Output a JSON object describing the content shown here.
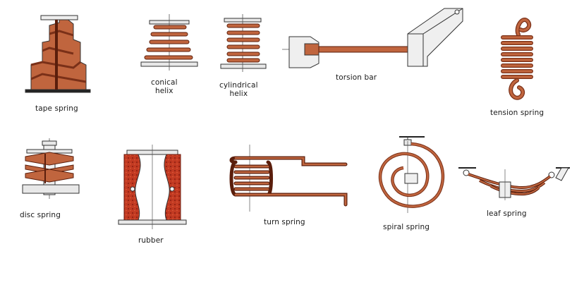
{
  "labels": {
    "tape_spring": "tape spring",
    "conical_helix": "conical\nhelix",
    "cylindrical_helix": "cylindrical\nhelix",
    "torsion_bar": "torsion bar",
    "tension_spring": "tension spring",
    "disc_spring": "disc spring",
    "rubber": "rubber",
    "turn_spring": "turn spring",
    "spiral_spring": "spiral spring",
    "leaf_spring": "leaf spring"
  },
  "colors": {
    "copper": "#c0653e",
    "copper_dark": "#7a3018",
    "rubber_red": "#c23a22",
    "metal_gray": "#e4e4e4",
    "outline": "#333333"
  }
}
